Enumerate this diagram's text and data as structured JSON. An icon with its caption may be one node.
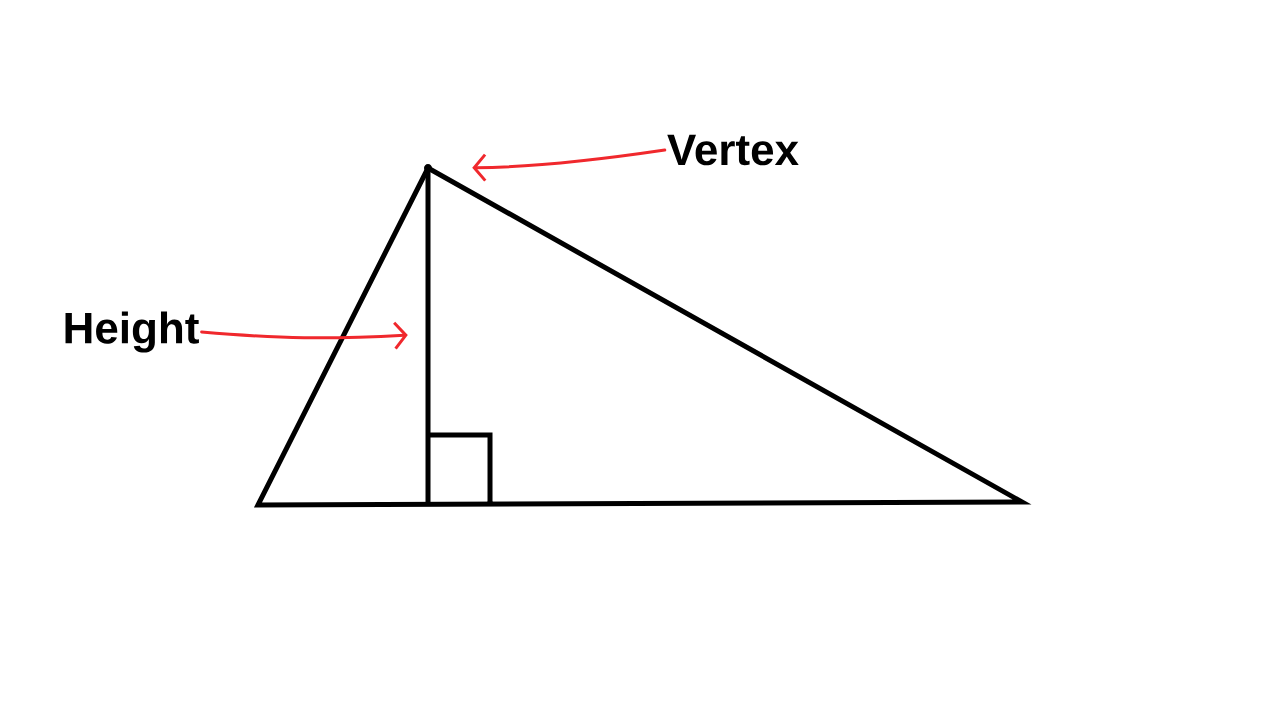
{
  "diagram": {
    "nodes": [
      {
        "text": [
          "Vertex"
        ]
      },
      {
        "text": [],
        "shape": "point"
      },
      {
        "text": [
          "Height"
        ]
      },
      {
        "text": [],
        "shape": "line"
      }
    ],
    "edges": [
      {
        "from": 0,
        "to": 1,
        "arrow": "to",
        "color": "#f0282d"
      },
      {
        "from": 2,
        "to": 3,
        "arrow": "to",
        "color": "#f0282d"
      }
    ]
  }
}
